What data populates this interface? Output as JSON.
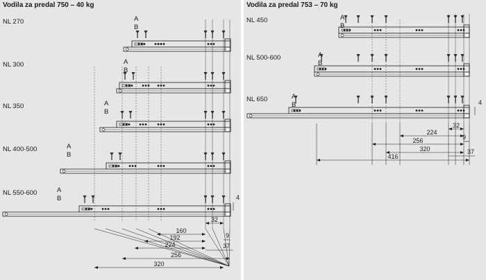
{
  "left_panel": {
    "title": "Vodila za predal 750 – 40 kg",
    "drawers": [
      {
        "nl": "NL 270",
        "a": "A",
        "b": "B"
      },
      {
        "nl": "NL 300",
        "a": "A",
        "b": "B"
      },
      {
        "nl": "NL 350",
        "a": "A",
        "b": "B"
      },
      {
        "nl": "NL 400-500",
        "a": "A",
        "b": "B"
      },
      {
        "nl": "NL 550-600",
        "a": "A",
        "b": "B"
      }
    ],
    "dims": [
      "160",
      "192",
      "224",
      "256",
      "320"
    ],
    "side_dims": [
      "32",
      "9",
      "37",
      "4"
    ]
  },
  "right_panel": {
    "title": "Vodila za predal 753 – 70 kg",
    "drawers": [
      {
        "nl": "NL 450",
        "a": "A",
        "b": "B"
      },
      {
        "nl": "NL 500-600",
        "a": "A",
        "b": "B"
      },
      {
        "nl": "NL 650",
        "a": "A",
        "b": "B"
      }
    ],
    "dims": [
      "224",
      "256",
      "320",
      "416"
    ],
    "side_dims": [
      "32",
      "9",
      "37",
      "4"
    ]
  }
}
